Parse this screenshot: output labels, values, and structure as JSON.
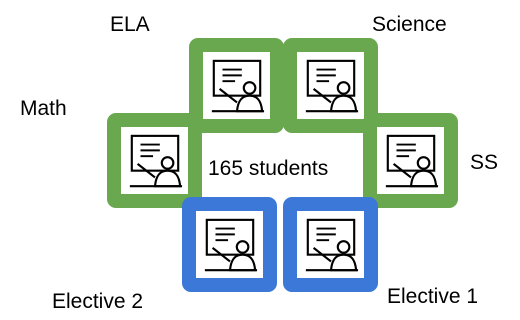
{
  "center_label": "165 students",
  "colors": {
    "core": "#6aa84f",
    "elective": "#3c78d8"
  },
  "classes": [
    {
      "name": "Math",
      "group": "core",
      "icon": "teacher-whiteboard-icon"
    },
    {
      "name": "ELA",
      "group": "core",
      "icon": "teacher-whiteboard-icon"
    },
    {
      "name": "Science",
      "group": "core",
      "icon": "teacher-whiteboard-icon"
    },
    {
      "name": "SS",
      "group": "core",
      "icon": "teacher-whiteboard-icon"
    },
    {
      "name": "Elective 1",
      "group": "elective",
      "icon": "teacher-whiteboard-icon"
    },
    {
      "name": "Elective 2",
      "group": "elective",
      "icon": "teacher-whiteboard-icon"
    }
  ]
}
